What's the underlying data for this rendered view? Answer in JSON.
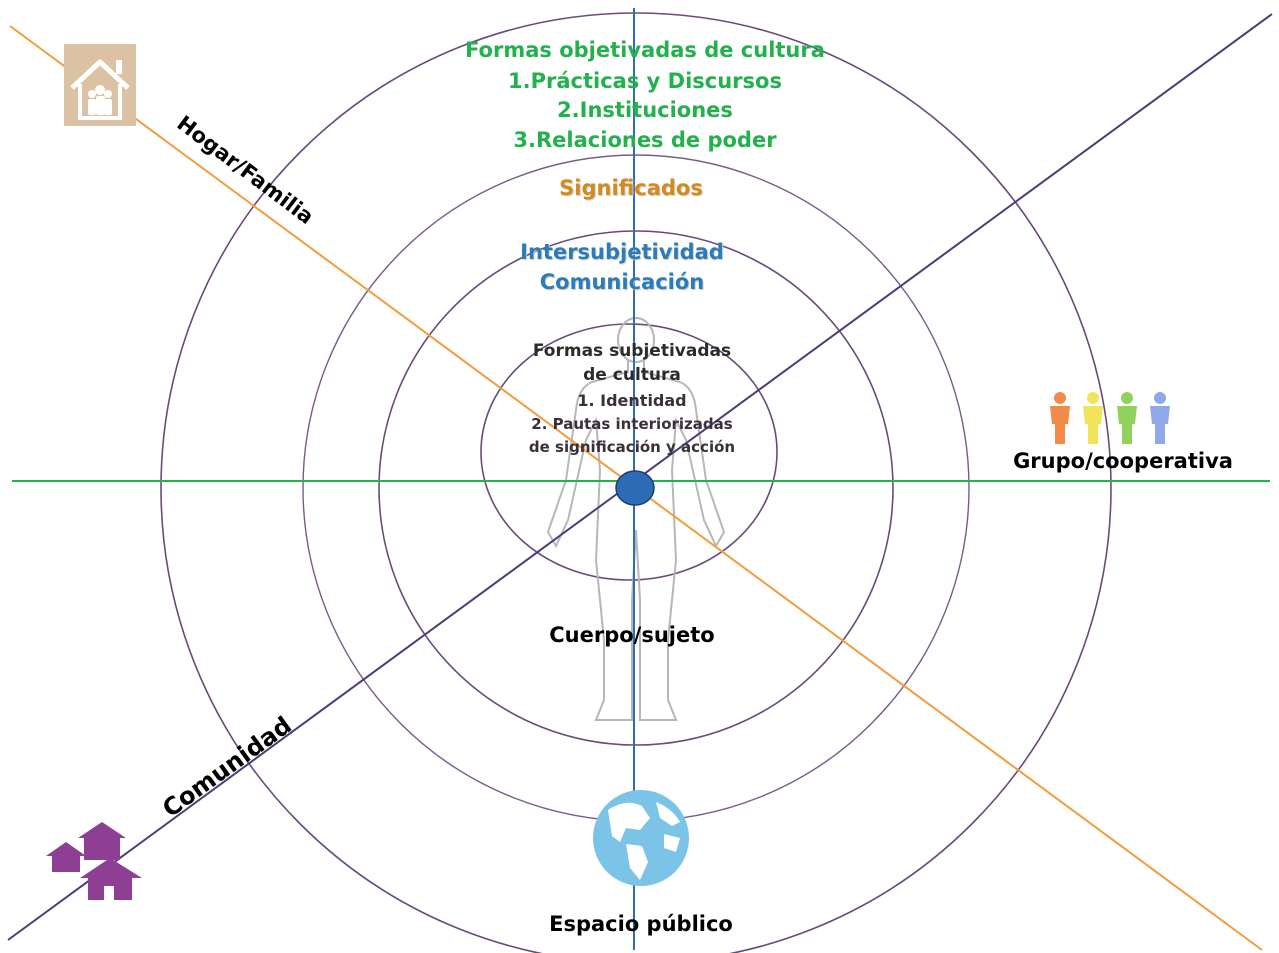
{
  "outer_ring": {
    "title": "Formas objetivadas de cultura",
    "items": [
      "1.Prácticas y Discursos",
      "2.Instituciones",
      "3.Relaciones de poder"
    ]
  },
  "meanings_ring": {
    "label": "Significados"
  },
  "intersubjectivity_ring": {
    "line1": "Intersubjetividad",
    "line2": "Comunicación"
  },
  "inner_ring": {
    "title_line1": "Formas subjetivadas",
    "title_line2": "de cultura",
    "item1": "1. Identidad",
    "item2_line1": "2. Pautas interiorizadas",
    "item2_line2": "de significación y acción"
  },
  "axes": {
    "home": "Hogar/Familia",
    "group": "Grupo/cooperativa",
    "community": "Comunidad",
    "public_space": "Espacio público",
    "body": "Cuerpo/sujeto"
  },
  "icons": {
    "home": "family-house-icon",
    "group": "group-of-people-icon",
    "community": "village-houses-icon",
    "public_space": "globe-icon",
    "body": "human-body-outline-icon"
  },
  "colors": {
    "green": "#22b14c",
    "orange_line": "#f39c3d",
    "blue_line": "#2e6db4",
    "purple_line": "#4b3c7a",
    "ring": "#6a4a7a",
    "center_dot": "#2d6bb5",
    "globe": "#7cc3e8",
    "house_bg": "#dcc2a4",
    "community_icon": "#8e3f94"
  }
}
